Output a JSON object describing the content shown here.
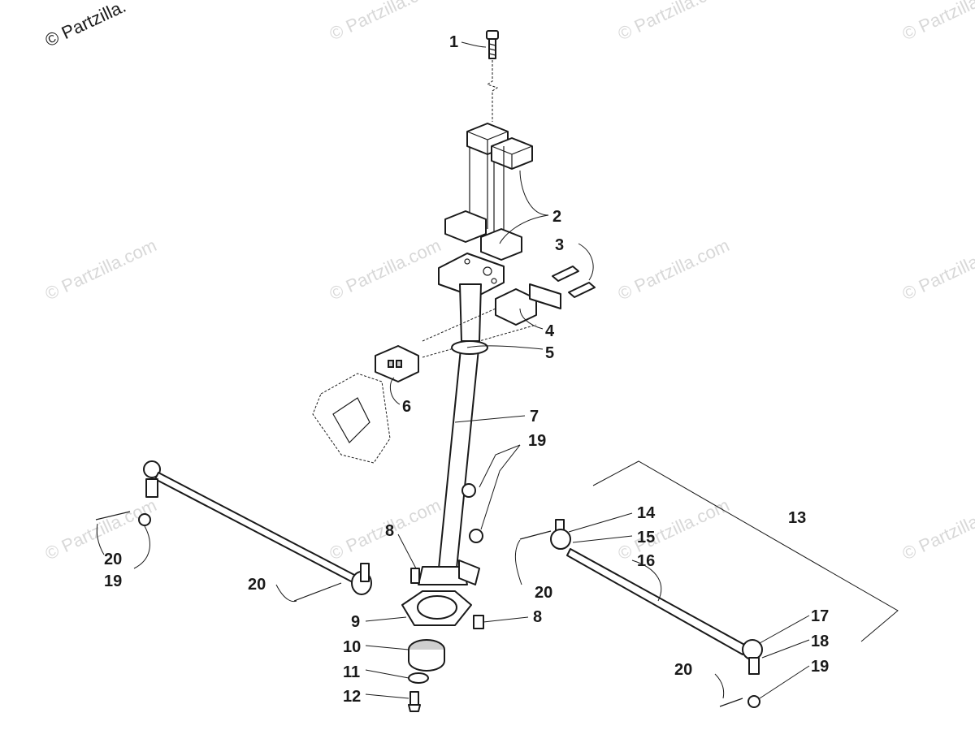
{
  "copyright": "© Partzilla.",
  "watermark": "© Partzilla.com",
  "callouts": {
    "c1": "1",
    "c2": "2",
    "c3": "3",
    "c4": "4",
    "c5": "5",
    "c6": "6",
    "c7": "7",
    "c8a": "8",
    "c8b": "8",
    "c9": "9",
    "c10": "10",
    "c11": "11",
    "c12": "12",
    "c13": "13",
    "c14": "14",
    "c15": "15",
    "c16": "16",
    "c17": "17",
    "c18": "18",
    "c19a": "19",
    "c19b": "19",
    "c19c": "19",
    "c20a": "20",
    "c20b": "20",
    "c20c": "20",
    "c20d": "20"
  }
}
